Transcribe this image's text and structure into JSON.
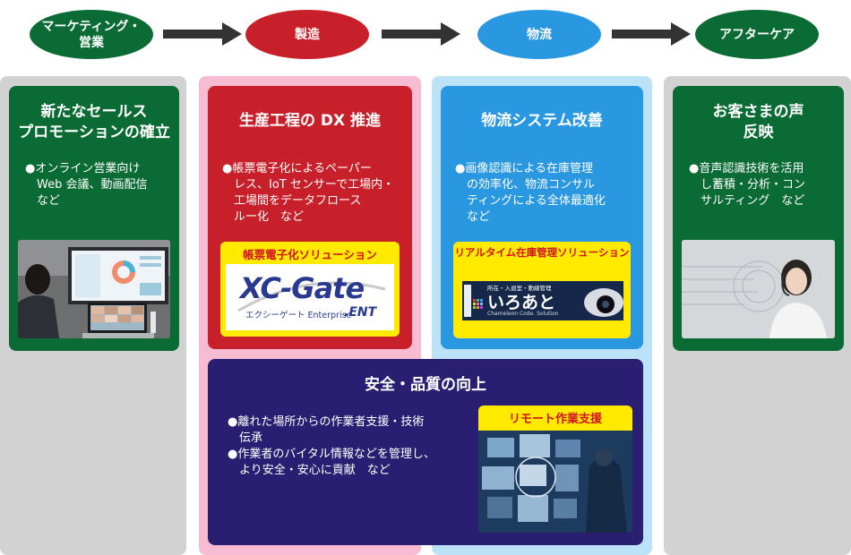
{
  "flow": [
    {
      "label": "マーケティング・\n営業",
      "color": "#0b6b34"
    },
    {
      "label": "製造",
      "color": "#c8202a"
    },
    {
      "label": "物流",
      "color": "#2a98e0"
    },
    {
      "label": "アフターケア",
      "color": "#0b6b34"
    }
  ],
  "cards": {
    "marketing": {
      "title": "新たなセールス\nプロモーションの確立",
      "text": "●オンライン営業向け\n　Web 会議、動画配信\n　など"
    },
    "manufacturing": {
      "title": "生産工程の DX 推進",
      "text": "●帳票電子化によるペーパー\n　レス、IoT センサーで工場内・\n　工場間をデータフロース\n　ルー化　など",
      "solution_label": "帳票電子化ソリューション",
      "logo_main": "XC-Gate",
      "logo_sub": "エクシーゲート Enterprise",
      "logo_ent": ".ENT"
    },
    "logistics": {
      "title": "物流システム改善",
      "text": "●画像認識による在庫管理\n　の効率化、物流コンサル\n　ティングによる全体最適化\n　など",
      "solution_label": "リアルタイム在庫管理ソリューション",
      "banner_small": "所在・入退室・動線管理",
      "banner_main": "いろあと",
      "banner_sub": "Chameleon Code. Solution"
    },
    "aftercare": {
      "title": "お客さまの声\n反映",
      "text": "●音声認識技術を活用\n　し蓄積・分析・コン\n　サルティング　など"
    },
    "safety": {
      "title": "安全・品質の向上",
      "text": "●離れた場所からの作業者支援・技術\n　伝承\n●作業者のバイタル情報などを管理し、\n　より安全・安心に貢献　など",
      "solution_label": "リモート作業支援"
    }
  },
  "colors": {
    "green": "#0b6b34",
    "red": "#c8202a",
    "blue": "#2a98e0",
    "navy": "#2a1e72",
    "yellow": "#ffea00",
    "solution_red": "#d3141e"
  }
}
